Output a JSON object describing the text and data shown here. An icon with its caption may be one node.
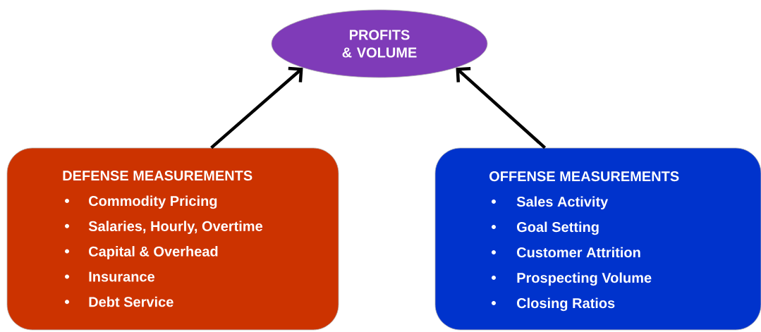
{
  "diagram": {
    "nodes": [
      {
        "text": [
          "PROFITS & VOLUME"
        ]
      },
      {
        "text": [
          "DEFENSE MEASUREMENTS",
          "Commodity Pricing",
          "Salaries, Hourly, Overtime",
          "Capital & Overhead",
          "Insurance",
          "Debt Service"
        ]
      },
      {
        "text": [
          "OFFENSE MEASUREMENTS",
          "Sales Activity",
          "Goal Setting",
          "Customer Attrition",
          "Prospecting Volume",
          "Closing Ratios"
        ]
      }
    ],
    "edges": [
      {
        "from": 1,
        "to": 0,
        "arrow": "to"
      },
      {
        "from": 2,
        "to": 0,
        "arrow": "to"
      }
    ]
  }
}
